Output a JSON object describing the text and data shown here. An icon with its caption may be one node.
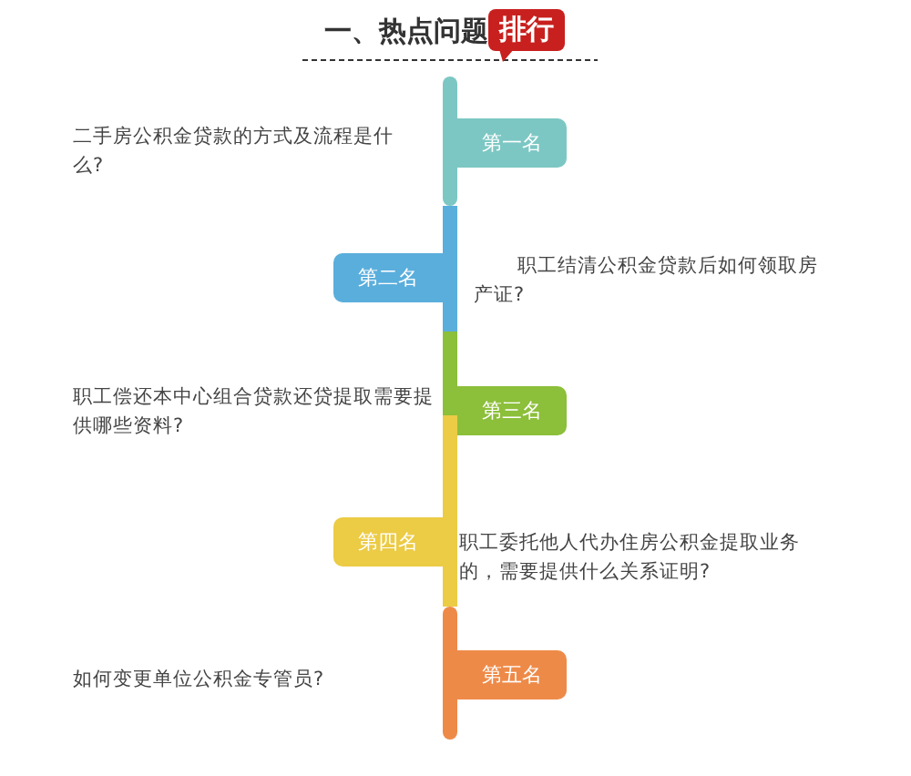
{
  "diagram": {
    "title": "一、热点问题",
    "nodes": [
      {
        "text": [
          "第一名"
        ],
        "beside": [
          "二手房公积金贷款的方式及流程是什么?"
        ]
      },
      {
        "text": [
          "第二名"
        ],
        "beside": [
          "职工结清公积金贷款后如何领取房产证?"
        ]
      },
      {
        "text": [
          "第三名"
        ],
        "beside": [
          "职工偿还本中心组合贷款还贷提取需要提供哪些资料?"
        ]
      },
      {
        "text": [
          "第四名"
        ],
        "beside": [
          "职工委托他人代办住房公积金提取业务的，需要提供什么关系证明?"
        ]
      },
      {
        "text": [
          "第五名"
        ]
      }
    ],
    "labels": [
      "排行",
      "如何变更单位公积金专管员?"
    ]
  }
}
